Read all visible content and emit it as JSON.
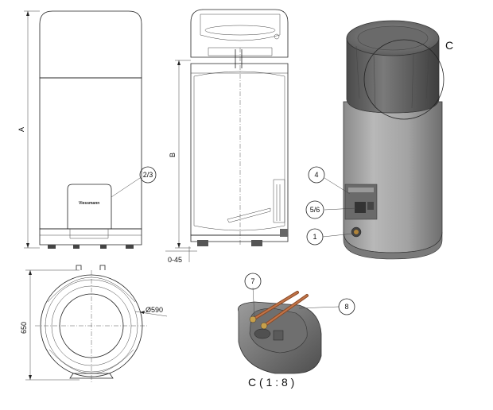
{
  "dimensions": {
    "height_a": "A",
    "height_b": "B",
    "feet_adjust": "0-45",
    "depth": "650",
    "diameter": "Ø590"
  },
  "callouts": [
    "2/3",
    "4",
    "5/6",
    "1",
    "7",
    "8"
  ],
  "detail": {
    "marker": "C",
    "caption": "C ( 1 : 8 )"
  },
  "logo_text": "Viessmann",
  "colors": {
    "body_gray": "#9a9a9a",
    "dark_gray": "#5c5c5c",
    "copper": "#b0643a"
  }
}
